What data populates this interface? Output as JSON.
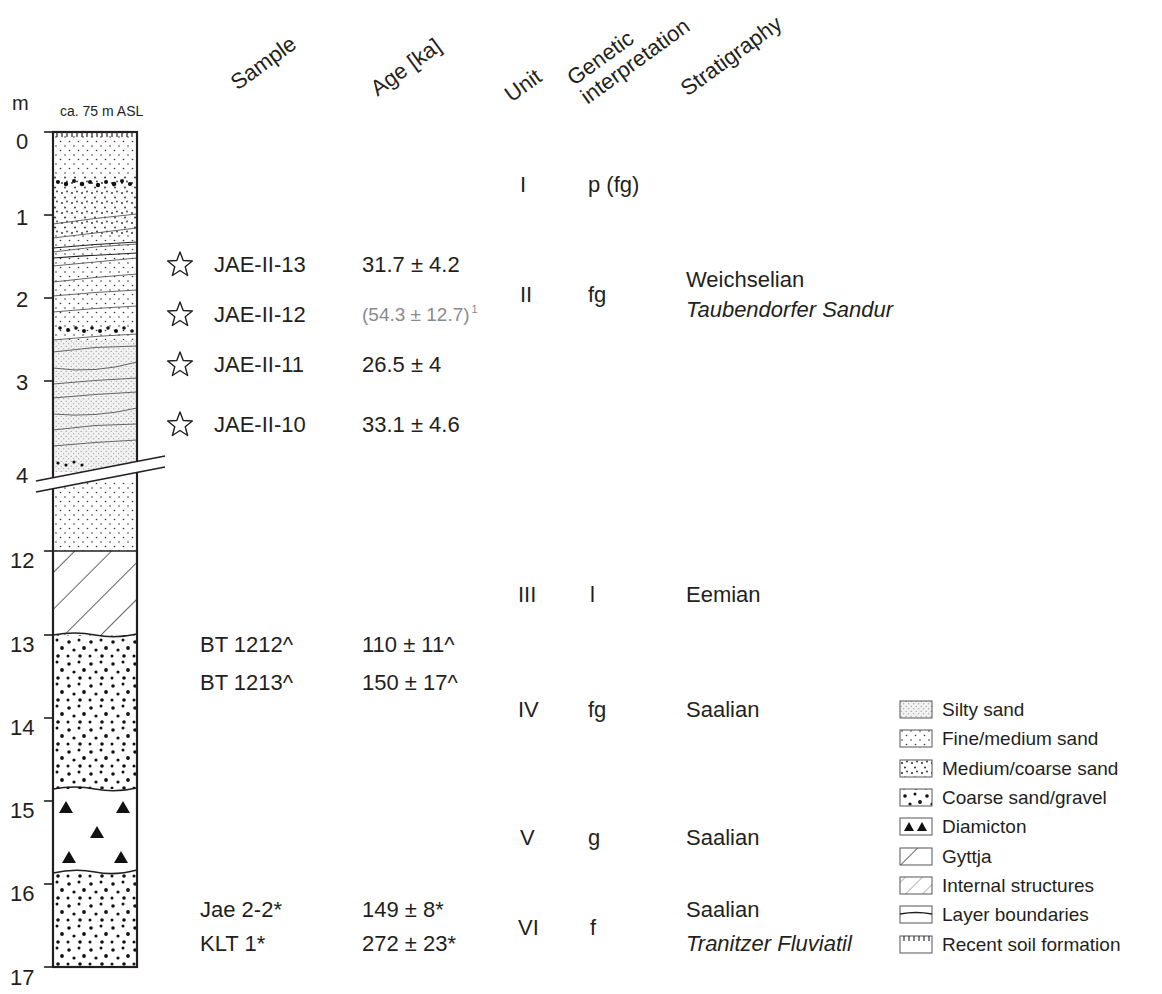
{
  "diagram": {
    "labels": [
      "m",
      "ca. 75 m ASL",
      "Sample",
      "Age [ka]",
      "Unit",
      "Genetic interpretation",
      "Stratigraphy",
      "0",
      "1",
      "2",
      "3",
      "4",
      "12",
      "13",
      "14",
      "15",
      "16",
      "17",
      "I",
      "p (fg)",
      "JAE-II-13",
      "31.7 ± 4.2",
      "JAE-II-12",
      "(54.3 ± 12.7)",
      "1",
      "II",
      "fg",
      "Weichselian",
      "Taubendorfer Sandur",
      "JAE-II-11",
      "26.5 ± 4",
      "JAE-II-10",
      "33.1 ± 4.6",
      "III",
      "l",
      "Eemian",
      "BT 1212^",
      "110 ± 11^",
      "BT 1213^",
      "150 ± 17^",
      "IV",
      "fg",
      "Saalian",
      "V",
      "g",
      "Saalian",
      "Jae 2-2*",
      "149 ± 8*",
      "VI",
      "f",
      "Saalian",
      "Tranitzer Fluviatil",
      "KLT 1*",
      "272 ± 23*"
    ],
    "legend": [
      {
        "text": "Silty sand"
      },
      {
        "text": "Fine/medium sand"
      },
      {
        "text": "Medium/coarse sand"
      },
      {
        "text": "Coarse sand/gravel"
      },
      {
        "text": "Diamicton"
      },
      {
        "text": "Gyttja"
      },
      {
        "text": "Internal structures"
      },
      {
        "text": "Layer boundaries"
      },
      {
        "text": "Recent soil formation"
      }
    ]
  }
}
